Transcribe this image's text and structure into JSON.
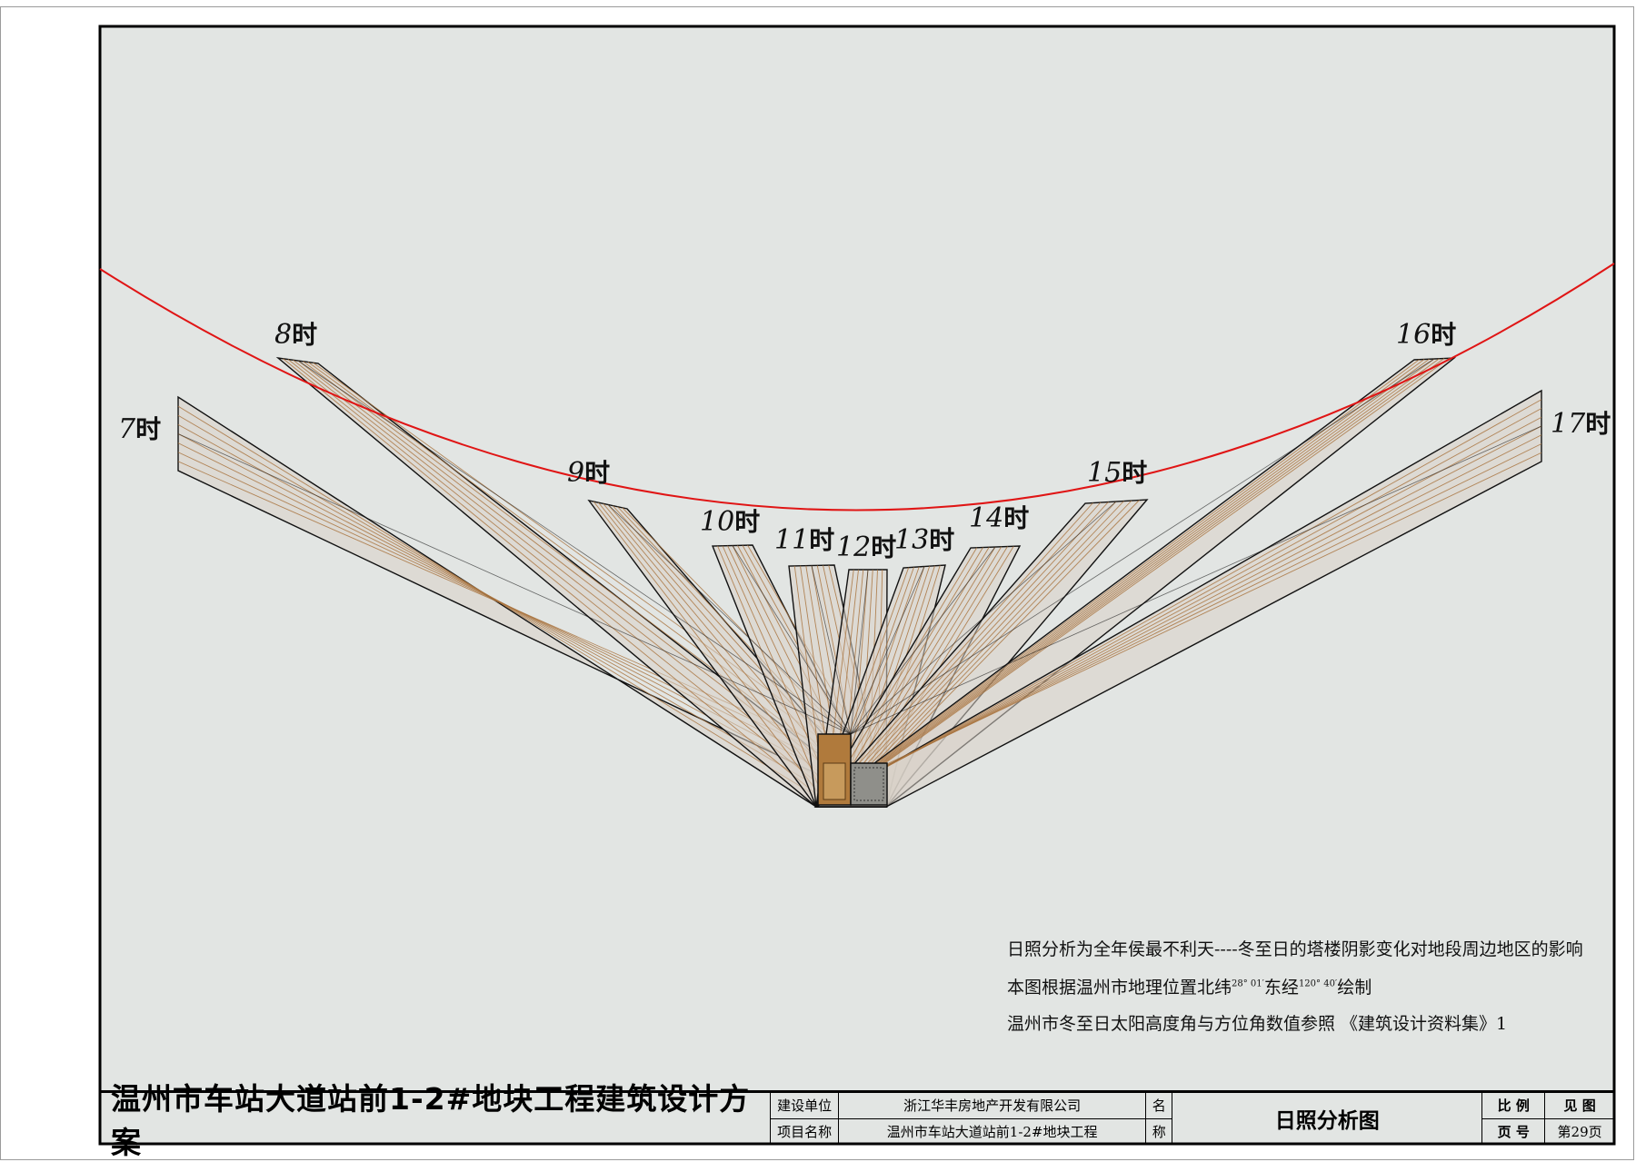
{
  "hour_labels": [
    {
      "id": "7",
      "num": "7",
      "suffix": "时"
    },
    {
      "id": "8",
      "num": "8",
      "suffix": "时"
    },
    {
      "id": "9",
      "num": "9",
      "suffix": "时"
    },
    {
      "id": "10",
      "num": "10",
      "suffix": "时"
    },
    {
      "id": "11",
      "num": "11",
      "suffix": "时"
    },
    {
      "id": "12",
      "num": "12",
      "suffix": "时"
    },
    {
      "id": "13",
      "num": "13",
      "suffix": "时"
    },
    {
      "id": "14",
      "num": "14",
      "suffix": "时"
    },
    {
      "id": "15",
      "num": "15",
      "suffix": "时"
    },
    {
      "id": "16",
      "num": "16",
      "suffix": "时"
    },
    {
      "id": "17",
      "num": "17",
      "suffix": "时"
    }
  ],
  "notes": {
    "line1": "日照分析为全年侯最不利天----冬至日的塔楼阴影变化对地段周边地区的影响",
    "line2_a": "本图根据温州市地理位置北纬",
    "line2_lat": "28° 01′",
    "line2_b": "东经",
    "line2_lon": "120° 40′",
    "line2_c": "绘制",
    "line3": "温州市冬至日太阳高度角与方位角数值参照 《建筑设计资料集》1"
  },
  "title_block": {
    "project_title": "温州市车站大道站前1-2#地块工程建筑设计方案",
    "client_label": "建设单位",
    "client_value": "浙江华丰房地产开发有限公司",
    "project_label": "项目名称",
    "project_value": "温州市车站大道站前1-2#地块工程",
    "name_label_1": "名",
    "name_label_2": "称",
    "drawing_name": "日照分析图",
    "scale_label": "比 例",
    "scale_value": "见  图",
    "page_label": "页 号",
    "page_value": "第29页"
  },
  "colors": {
    "background": "#e2e5e3",
    "shadow_fill": "#d9d2c8",
    "shadow_line": "#a9743f",
    "outline": "#111111",
    "sun_curve": "#e01515"
  }
}
